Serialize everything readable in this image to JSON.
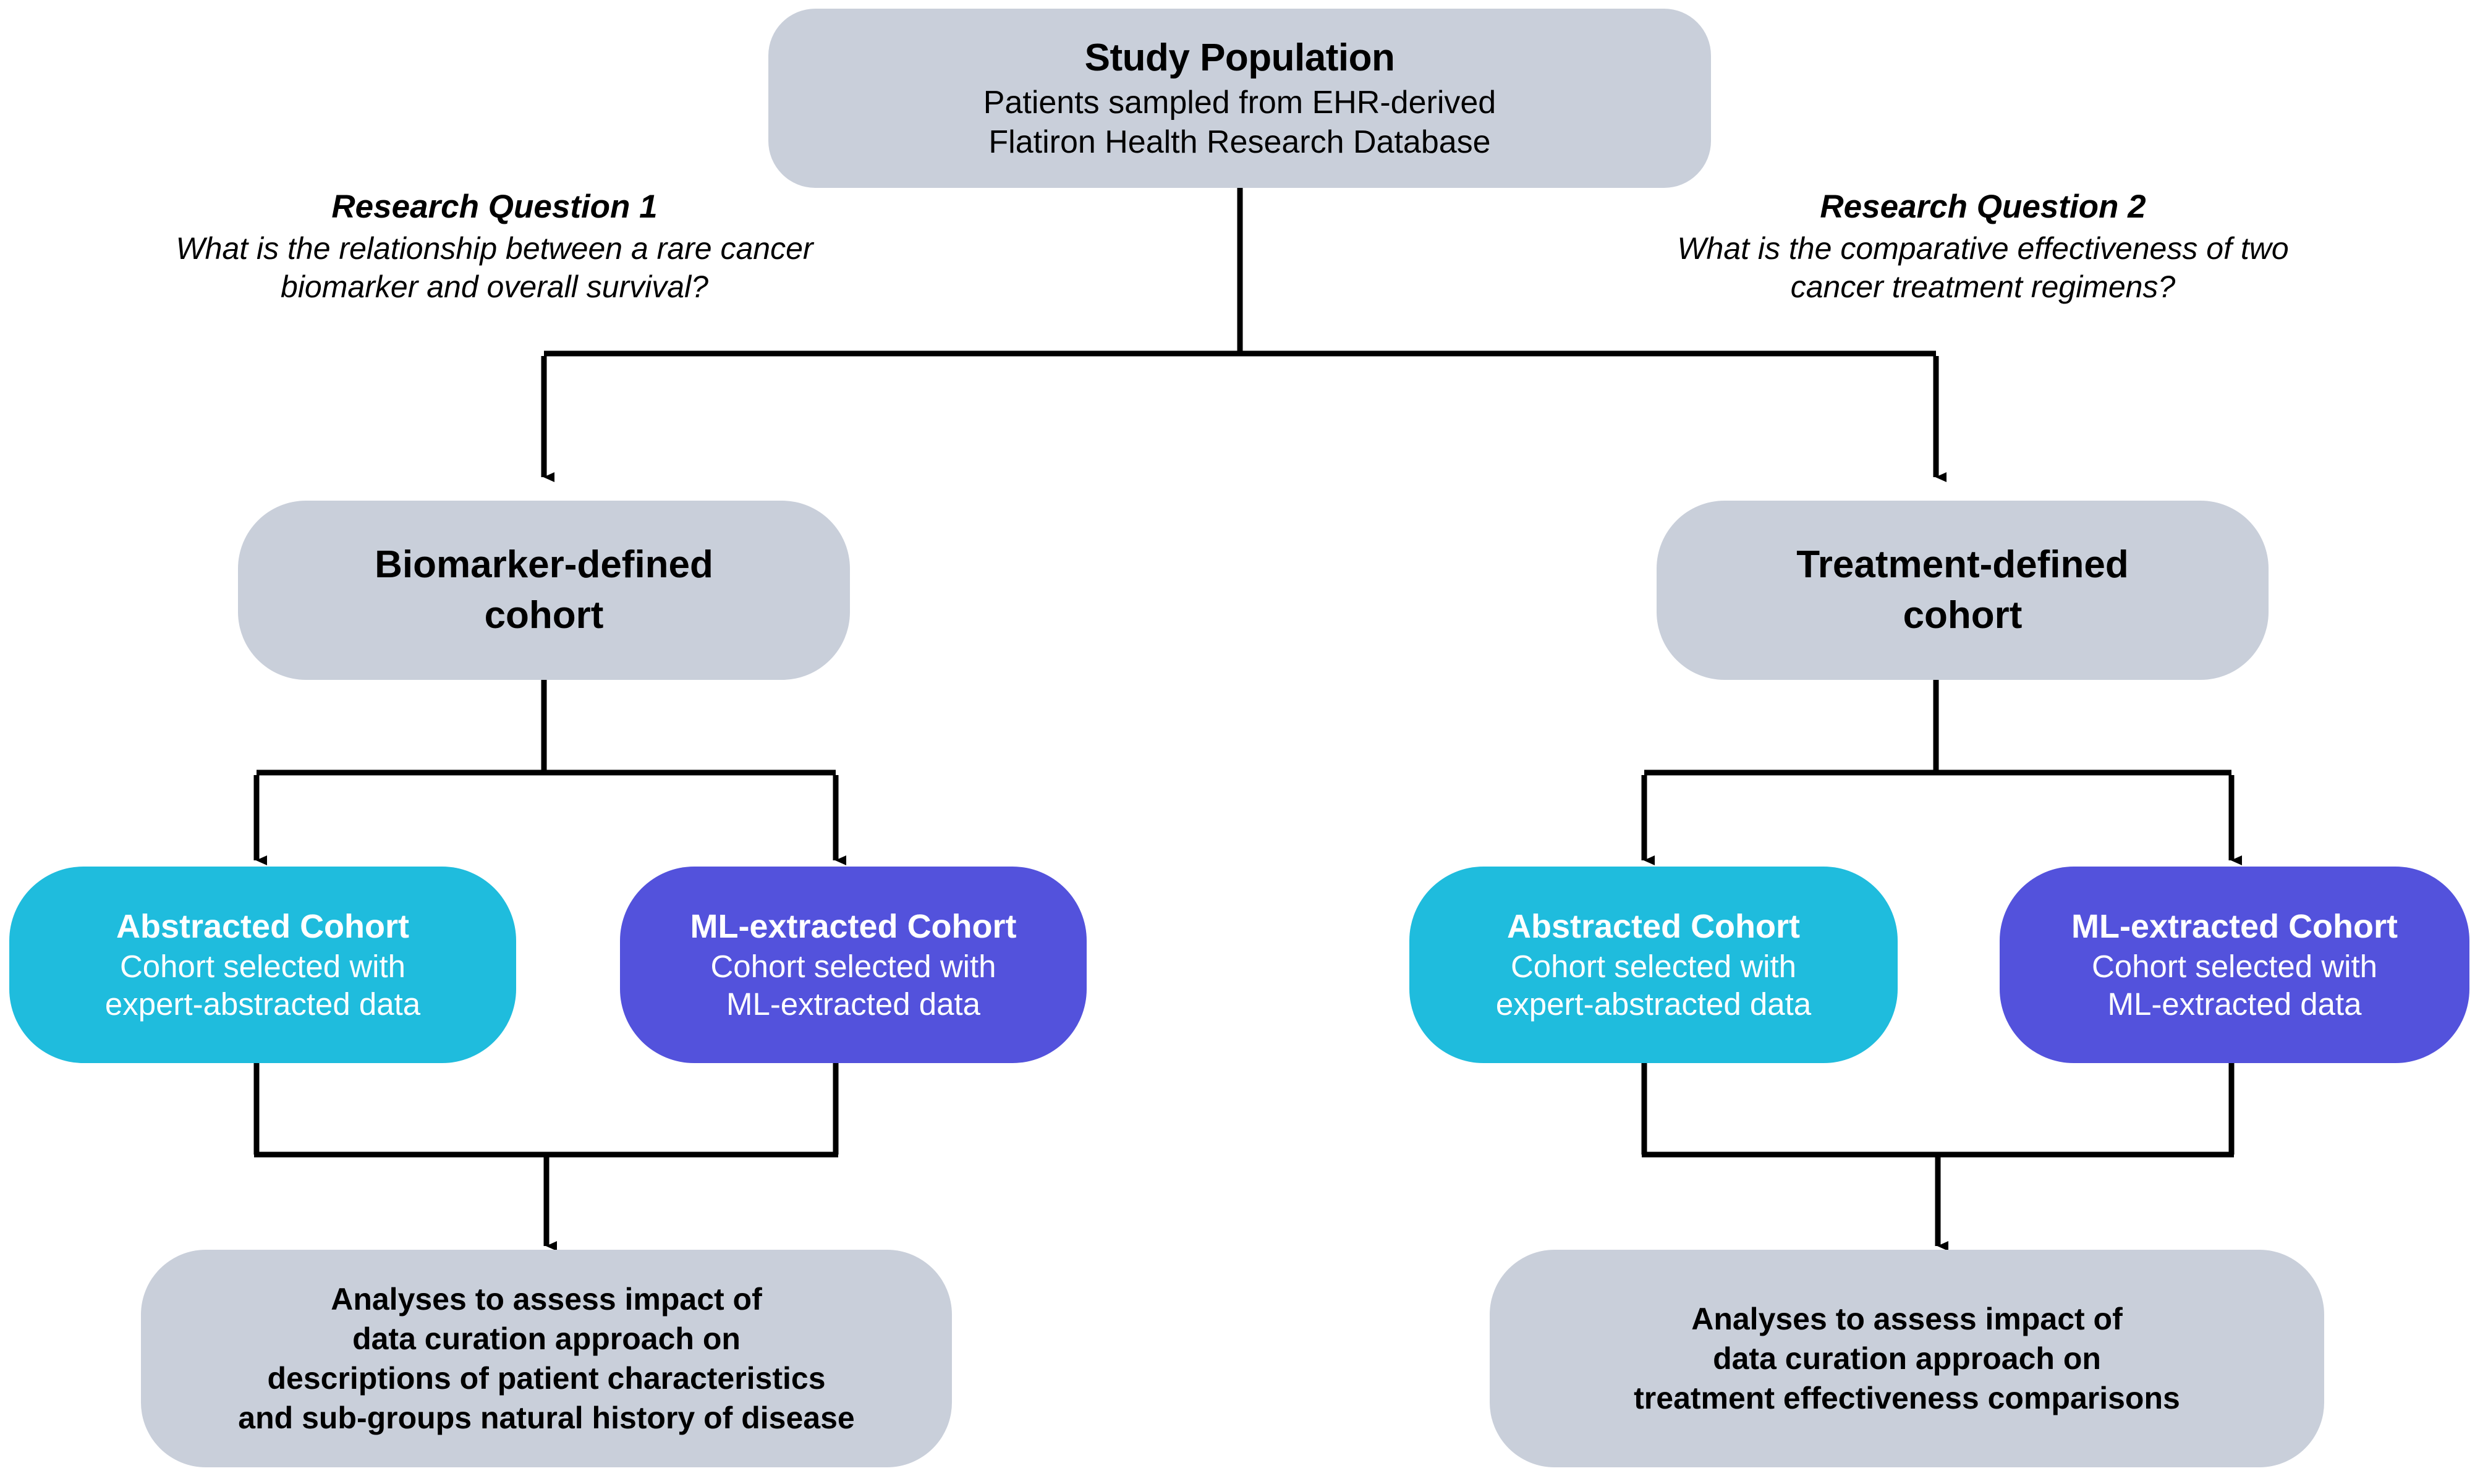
{
  "diagram": {
    "title_hidden": "",
    "colors": {
      "gray": "#c9cfda",
      "cyan": "#1fbcdd",
      "purple": "#5352dc",
      "line": "#000000",
      "text_dark": "#000000",
      "text_light": "#ffffff"
    },
    "nodes": {
      "study_population": {
        "heading": "Study Population",
        "line1": "Patients sampled from EHR-derived",
        "line2": "Flatiron Health Research Database"
      },
      "biomarker_cohort": {
        "line1": "Biomarker-defined",
        "line2": "cohort"
      },
      "treatment_cohort": {
        "line1": "Treatment-defined",
        "line2": "cohort"
      },
      "abstracted_cohort_left": {
        "heading": "Abstracted Cohort",
        "line1": "Cohort selected with",
        "line2": "expert-abstracted data"
      },
      "ml_cohort_left": {
        "heading": "ML-extracted Cohort",
        "line1": "Cohort selected with",
        "line2": "ML-extracted data"
      },
      "abstracted_cohort_right": {
        "heading": "Abstracted Cohort",
        "line1": "Cohort selected with",
        "line2": "expert-abstracted data"
      },
      "ml_cohort_right": {
        "heading": "ML-extracted Cohort",
        "line1": "Cohort selected with",
        "line2": "ML-extracted data"
      },
      "analysis_left": {
        "line1": "Analyses to assess impact of",
        "line2": "data curation approach on",
        "line3": "descriptions of patient characteristics",
        "line4": "and sub-groups natural history of disease"
      },
      "analysis_right": {
        "line1": "Analyses to assess impact of",
        "line2": "data curation approach on",
        "line3": "treatment effectiveness comparisons",
        "line4": ""
      }
    },
    "labels": {
      "research_question_1": {
        "title": "Research Question 1",
        "line1": "What is the relationship between a rare cancer",
        "line2": "biomarker and overall survival?"
      },
      "research_question_2": {
        "title": "Research Question 2",
        "line1": "What is the comparative effectiveness of two",
        "line2": "cancer treatment regimens?"
      }
    }
  }
}
